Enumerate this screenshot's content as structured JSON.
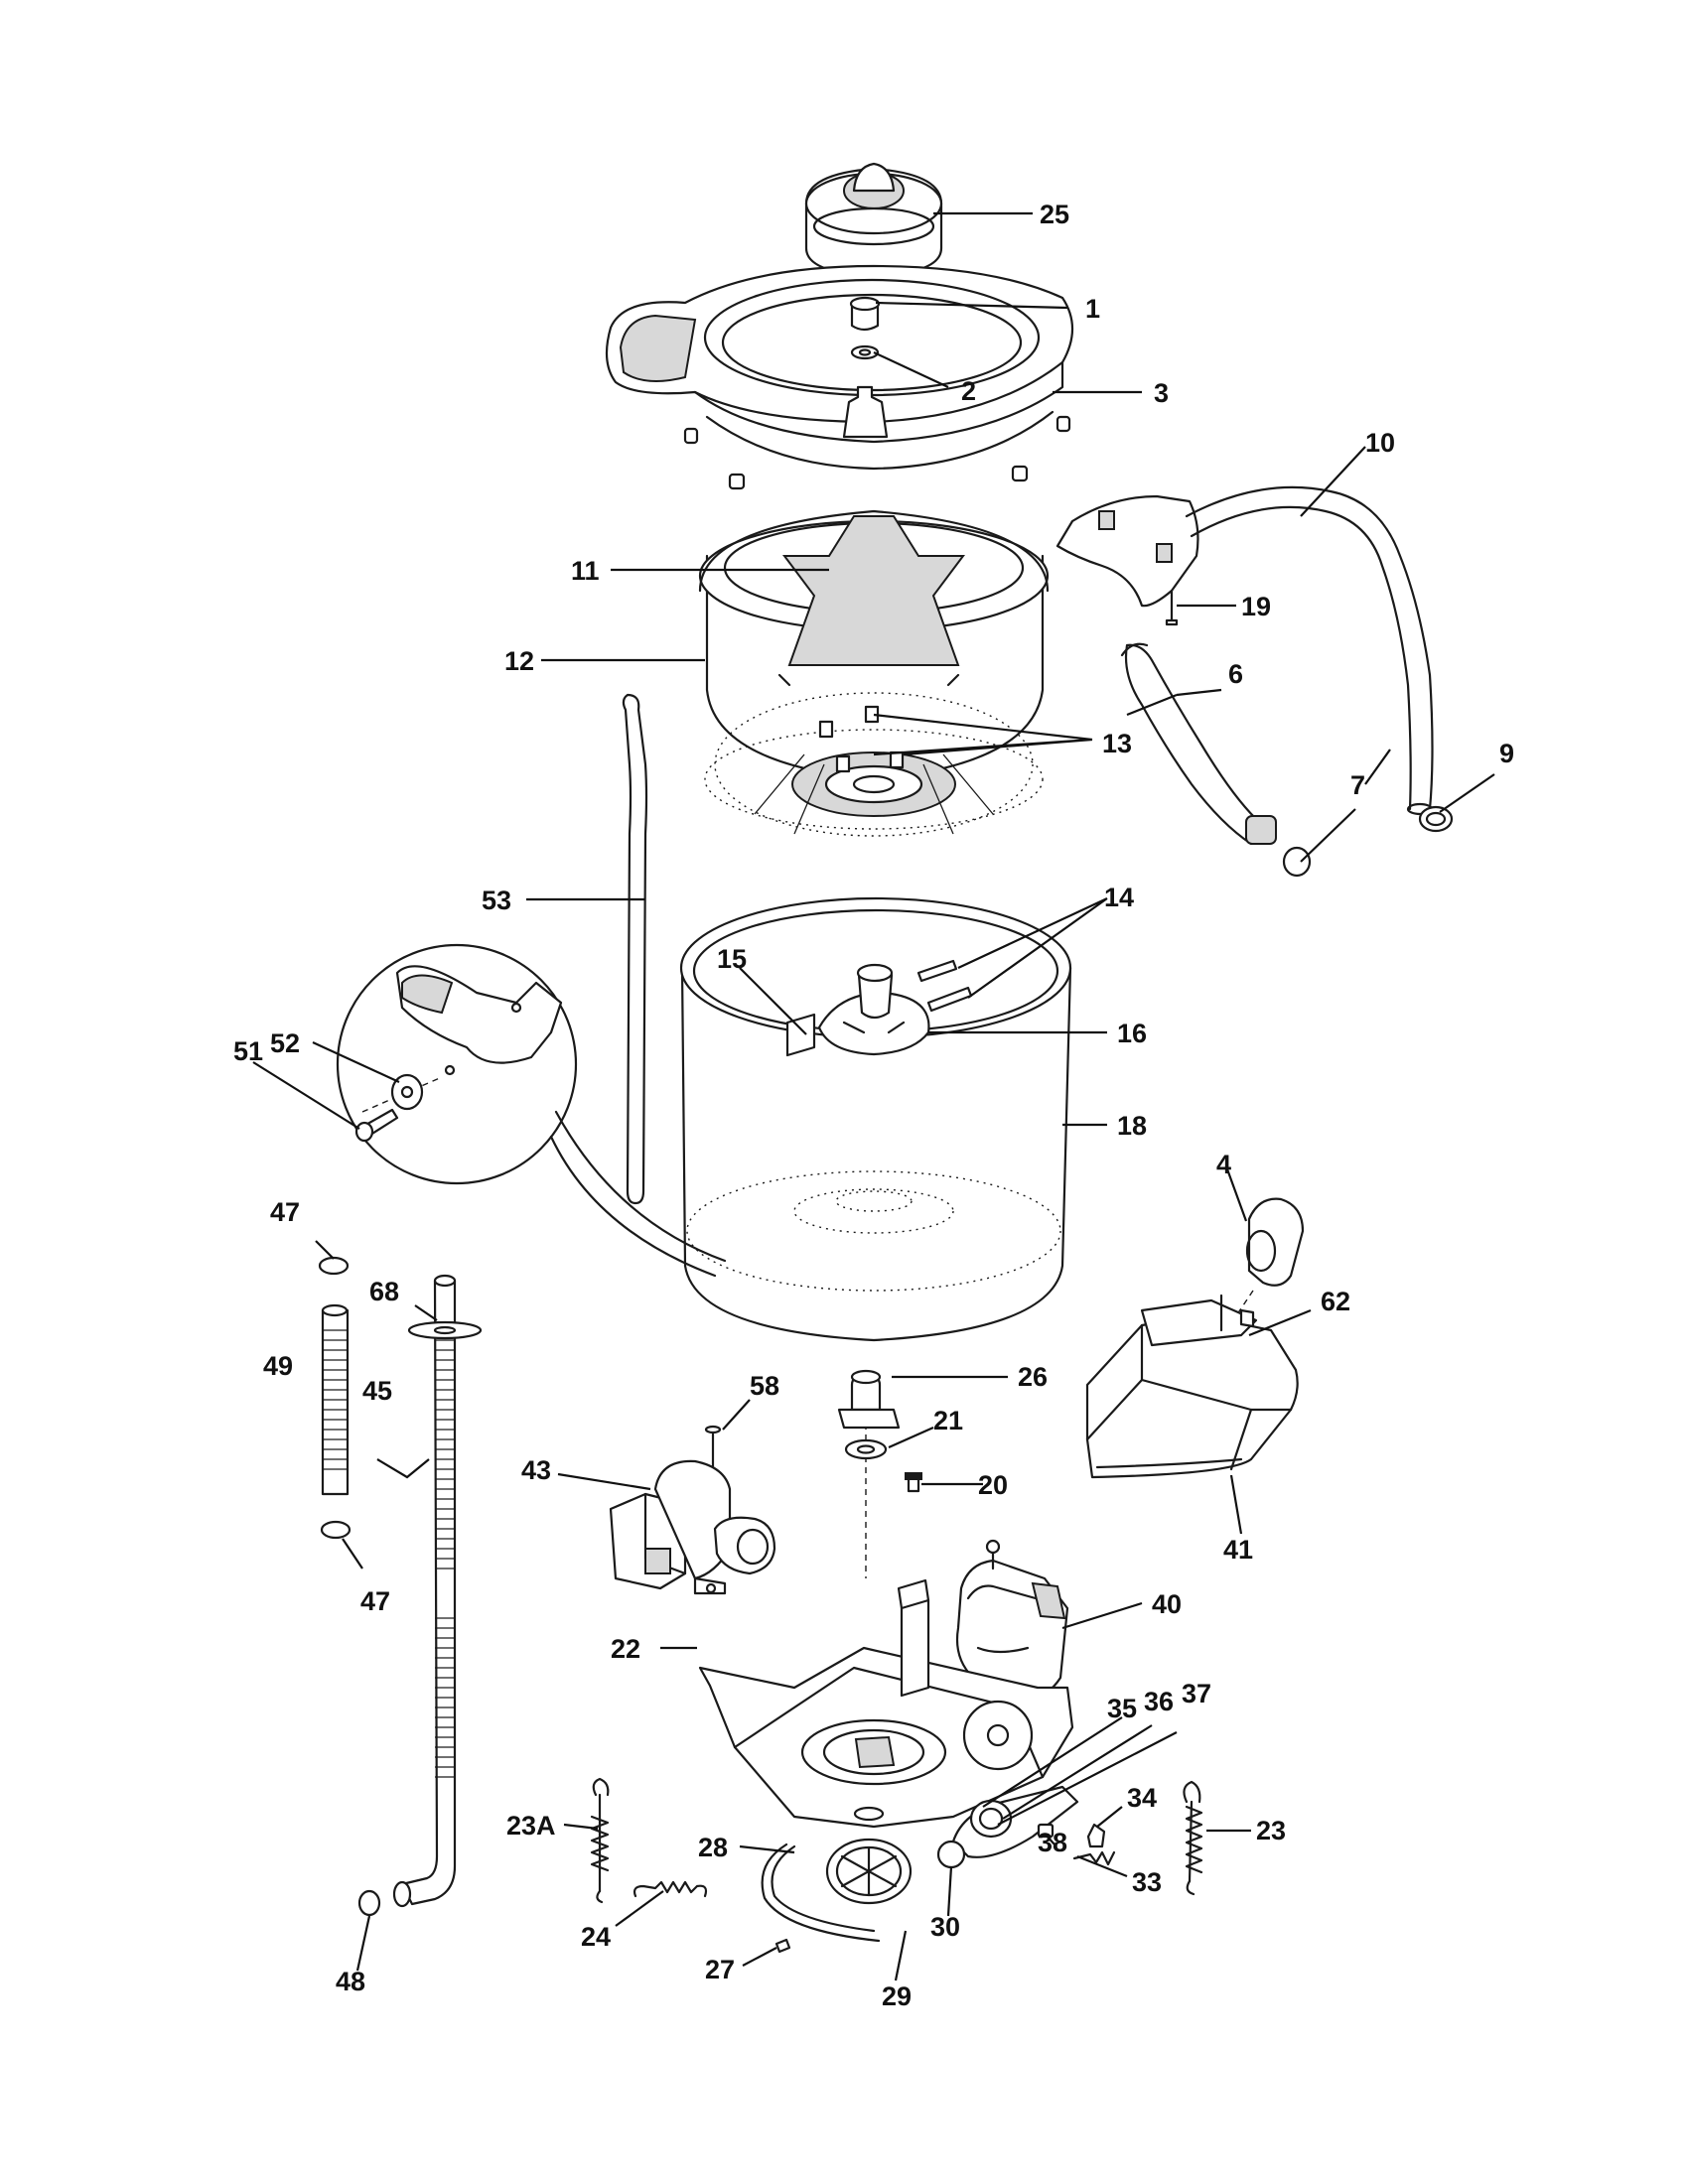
{
  "parts": {
    "p1": "1",
    "p2": "2",
    "p3": "3",
    "p4": "4",
    "p6": "6",
    "p7": "7",
    "p9": "9",
    "p10": "10",
    "p11": "11",
    "p12": "12",
    "p13": "13",
    "p14": "14",
    "p15": "15",
    "p16": "16",
    "p18": "18",
    "p19": "19",
    "p20": "20",
    "p21": "21",
    "p22": "22",
    "p23": "23",
    "p23A": "23A",
    "p24": "24",
    "p25": "25",
    "p26": "26",
    "p27": "27",
    "p28": "28",
    "p29": "29",
    "p30": "30",
    "p33": "33",
    "p34": "34",
    "p35": "35",
    "p36": "36",
    "p37": "37",
    "p38": "38",
    "p40": "40",
    "p41": "41",
    "p43": "43",
    "p45": "45",
    "p47a": "47",
    "p47b": "47",
    "p48": "48",
    "p49": "49",
    "p51": "51",
    "p52": "52",
    "p53": "53",
    "p58": "58",
    "p62": "62",
    "p68": "68"
  }
}
